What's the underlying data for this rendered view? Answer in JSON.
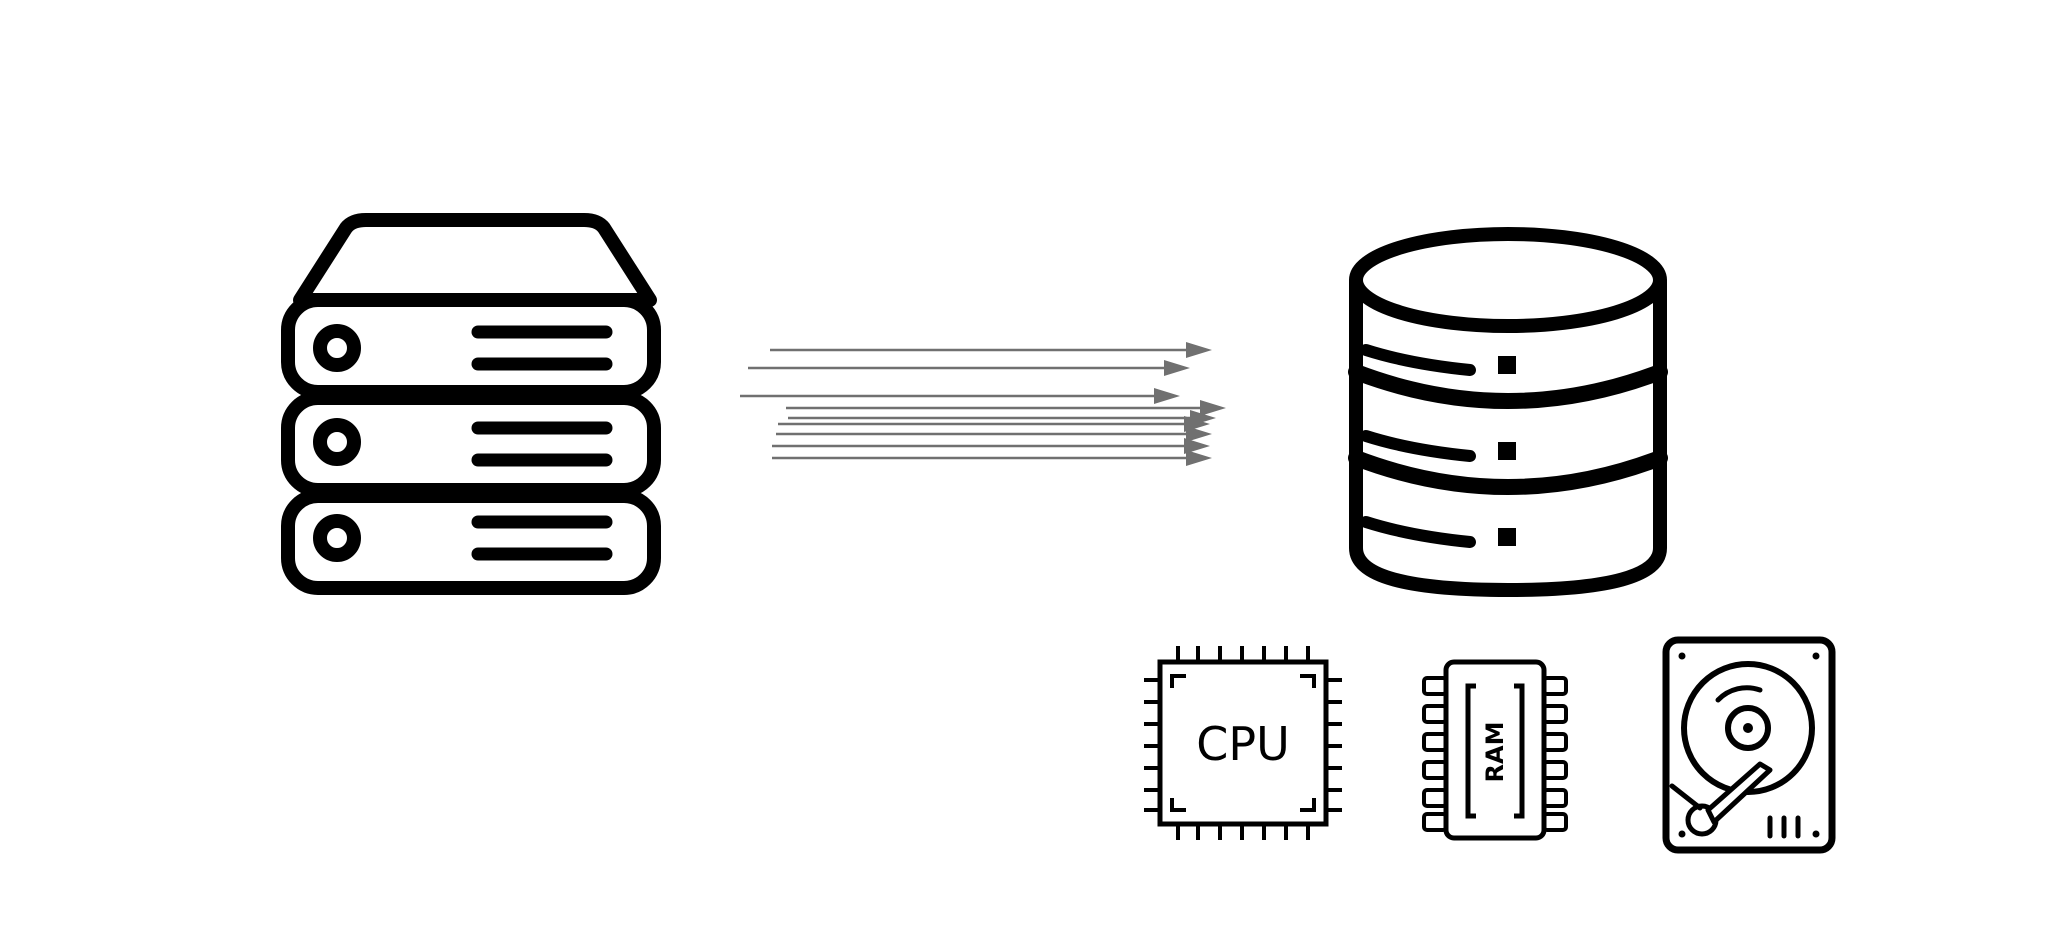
{
  "diagram": {
    "server": {
      "icon": "server-stack-icon"
    },
    "database": {
      "icon": "database-icon"
    },
    "request_arrows": {
      "count": 9
    },
    "resources": {
      "cpu": {
        "icon": "cpu-chip-icon",
        "label": "CPU"
      },
      "ram": {
        "icon": "ram-module-icon",
        "label": "RAM"
      },
      "disk": {
        "icon": "hard-disk-icon"
      }
    },
    "colors": {
      "stroke": "#000000",
      "arrow": "#707070",
      "background": "#ffffff"
    }
  }
}
